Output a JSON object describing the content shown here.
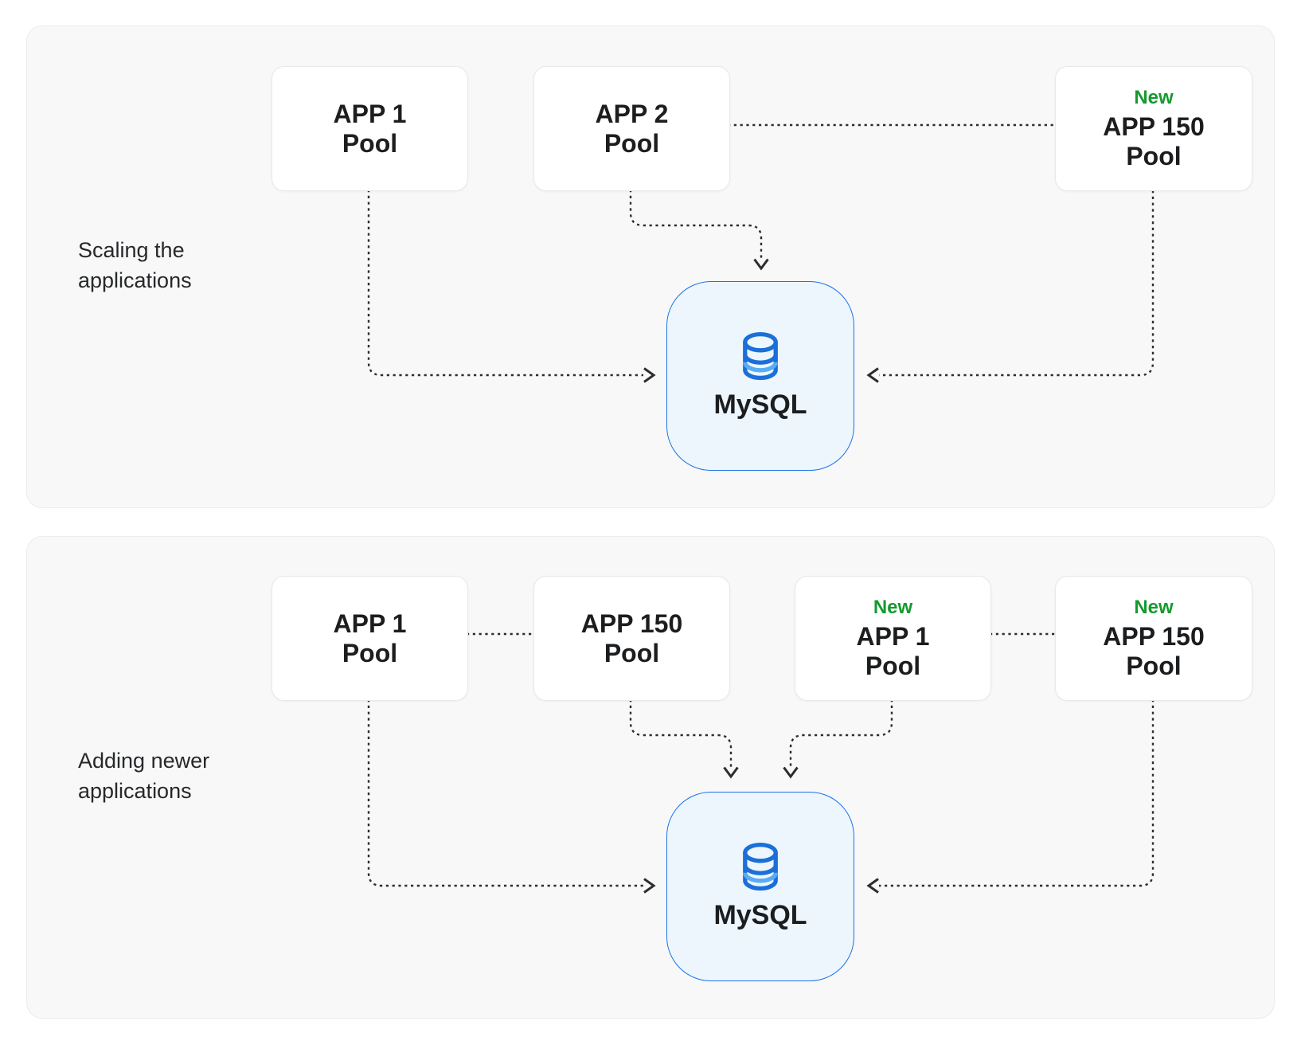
{
  "colors": {
    "new_green": "#149a2e",
    "db_border_blue": "#1a73e8",
    "db_fill_blue": "#edf6fd",
    "icon_dark_blue": "#1a6fd9",
    "icon_light_blue": "#58acf4",
    "panel_bg": "#f8f8f8"
  },
  "panels": [
    {
      "title": "Scaling the applications",
      "boxes": [
        {
          "badge": "",
          "line1": "APP 1",
          "line2": "Pool"
        },
        {
          "badge": "",
          "line1": "APP 2",
          "line2": "Pool"
        },
        {
          "badge": "New",
          "line1": "APP 150",
          "line2": "Pool"
        }
      ],
      "database": {
        "label": "MySQL"
      }
    },
    {
      "title": "Adding newer applications",
      "boxes": [
        {
          "badge": "",
          "line1": "APP 1",
          "line2": "Pool"
        },
        {
          "badge": "",
          "line1": "APP 150",
          "line2": "Pool"
        },
        {
          "badge": "New",
          "line1": "APP 1",
          "line2": "Pool"
        },
        {
          "badge": "New",
          "line1": "APP 150",
          "line2": "Pool"
        }
      ],
      "database": {
        "label": "MySQL"
      }
    }
  ]
}
